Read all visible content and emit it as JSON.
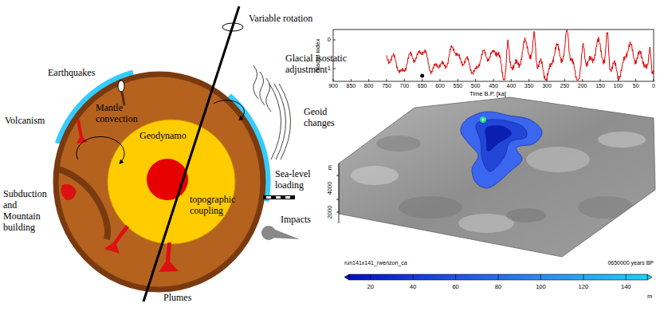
{
  "diagram": {
    "labels": [
      "Variable rotation",
      "Earthquakes",
      "Glacial isostatic adjustment",
      "Mantle convection",
      "Volcanism",
      "Geodynamo",
      "Geoid changes",
      "topographic coupling",
      "Subduction and Mountain building",
      "Sea-level loading",
      "Impacts",
      "Plumes",
      "Glacial index",
      "0",
      "1",
      "900",
      "850",
      "800",
      "750",
      "700",
      "650",
      "600",
      "550",
      "500",
      "450",
      "400",
      "350",
      "300",
      "250",
      "200",
      "150",
      "100",
      "50",
      "0",
      "Time B.P. [ka]",
      "m",
      "4000",
      "2000",
      "run141x141_rwenzori_ca",
      "0650000 years BP",
      "20",
      "40",
      "60",
      "80",
      "100",
      "120",
      "140",
      "m"
    ]
  }
}
